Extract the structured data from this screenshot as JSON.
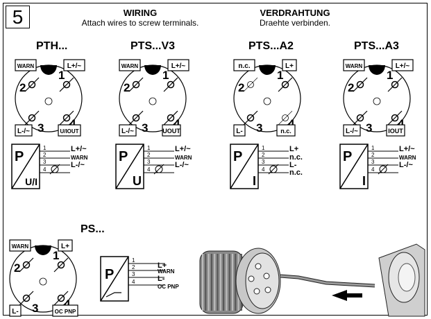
{
  "step": "5",
  "heading_en": {
    "title": "WIRING",
    "subtitle": "Attach wires to screw terminals."
  },
  "heading_de": {
    "title": "VERDRAHTUNG",
    "subtitle": "Draehte verbinden."
  },
  "models": [
    {
      "name": "PTH...",
      "tl": "WARN",
      "tr": "L+/~",
      "bl": "L-/~",
      "br": "U/IOUT",
      "block": "P/U/I",
      "wires": [
        "L+/~",
        "WARN",
        "L-/~"
      ]
    },
    {
      "name": "PTS...V3",
      "tl": "WARN",
      "tr": "L+/~",
      "bl": "L-/~",
      "br": "UOUT",
      "block": "P/U",
      "wires": [
        "L+/~",
        "WARN",
        "L-/~"
      ]
    },
    {
      "name": "PTS...A2",
      "tl": "n.c.",
      "tr": "L+",
      "bl": "L-",
      "br": "n.c.",
      "block": "P/I",
      "wires": [
        "L+",
        "n.c.",
        "L-",
        "n.c."
      ]
    },
    {
      "name": "PTS...A3",
      "tl": "WARN",
      "tr": "L+/~",
      "bl": "L-/~",
      "br": "IOUT",
      "block": "P/I",
      "wires": [
        "L+/~",
        "WARN",
        "L-/~"
      ]
    },
    {
      "name": "PS...",
      "tl": "WARN",
      "tr": "L+",
      "bl": "L-",
      "br": "OC PNP",
      "block": "P",
      "wires": [
        "L+",
        "WARN",
        "L-",
        "OC PNP"
      ]
    }
  ],
  "pins": [
    "1",
    "2",
    "3",
    "4"
  ]
}
